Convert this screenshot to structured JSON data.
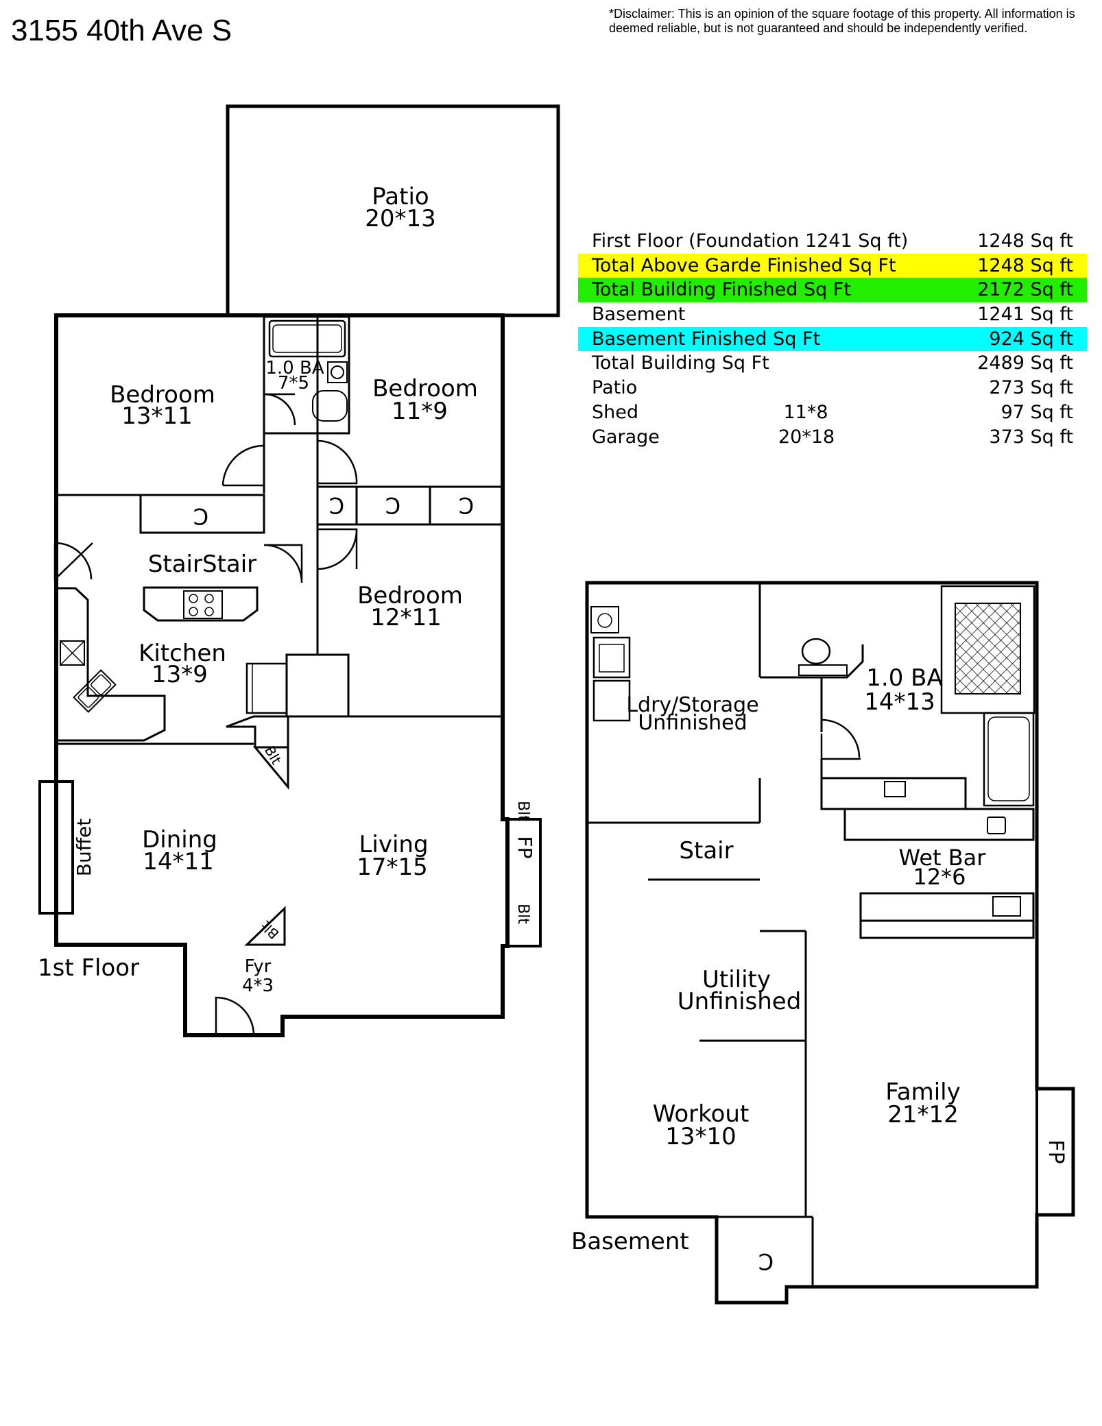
{
  "address": "3155 40th Ave S",
  "disclaimer": "*Disclaimer: This is an opinion of the square footage of this property. All information is deemed reliable, but is not guaranteed and should be independently verified.",
  "colors": {
    "yellow": "#ffff00",
    "green": "#22ee00",
    "cyan": "#00ffff",
    "wall": "#000000"
  },
  "area_summary": [
    {
      "label": "First Floor (Foundation 1241 Sq ft)",
      "dims": "",
      "value": "1248 Sq ft",
      "highlight": ""
    },
    {
      "label": "Total Above Garde Finished Sq Ft",
      "dims": "",
      "value": "1248 Sq ft",
      "highlight": "#ffff00"
    },
    {
      "label": "Total Building Finished Sq Ft",
      "dims": "",
      "value": "2172 Sq ft",
      "highlight": "#22ee00"
    },
    {
      "label": "Basement",
      "dims": "",
      "value": "1241 Sq ft",
      "highlight": ""
    },
    {
      "label": "Basement Finished Sq Ft",
      "dims": "",
      "value": "924 Sq ft",
      "highlight": "#00ffff"
    },
    {
      "label": "Total Building Sq Ft",
      "dims": "",
      "value": "2489 Sq ft",
      "highlight": ""
    },
    {
      "label": "Patio",
      "dims": "",
      "value": "273 Sq ft",
      "highlight": ""
    },
    {
      "label": "Shed",
      "dims": "11*8",
      "value": "97 Sq ft",
      "highlight": ""
    },
    {
      "label": "Garage",
      "dims": "20*18",
      "value": "373 Sq ft",
      "highlight": ""
    }
  ],
  "first_floor": {
    "title": "1st Floor",
    "patio": {
      "name": "Patio",
      "dims": "20*13"
    },
    "bedroom_left": {
      "name": "Bedroom",
      "dims": "13*11"
    },
    "bath": {
      "name": "1.0 BA",
      "dims": "7*5"
    },
    "bedroom_right": {
      "name": "Bedroom",
      "dims": "11*9"
    },
    "closet": "C",
    "stair": "StairStair",
    "bedroom_mid": {
      "name": "Bedroom",
      "dims": "12*11"
    },
    "kitchen": {
      "name": "Kitchen",
      "dims": "13*9"
    },
    "dining": {
      "name": "Dining",
      "dims": "14*11"
    },
    "living": {
      "name": "Living",
      "dims": "17*15"
    },
    "foyer": {
      "name": "Fyr",
      "dims": "4*3"
    },
    "buffet": "Buffet",
    "builtin": "Blt",
    "fireplace": "FP"
  },
  "basement": {
    "title": "Basement",
    "laundry": {
      "name": "Ldry/Storage",
      "sub": "Unfinished"
    },
    "bath": {
      "name": "1.0 BA",
      "dims": "14*13"
    },
    "stair": "Stair",
    "wetbar": {
      "name": "Wet Bar",
      "dims": "12*6"
    },
    "utility": {
      "name": "Utility",
      "sub": "Unfinished"
    },
    "workout": {
      "name": "Workout",
      "dims": "13*10"
    },
    "family": {
      "name": "Family",
      "dims": "21*12"
    },
    "closet": "C",
    "fireplace": "FP"
  }
}
